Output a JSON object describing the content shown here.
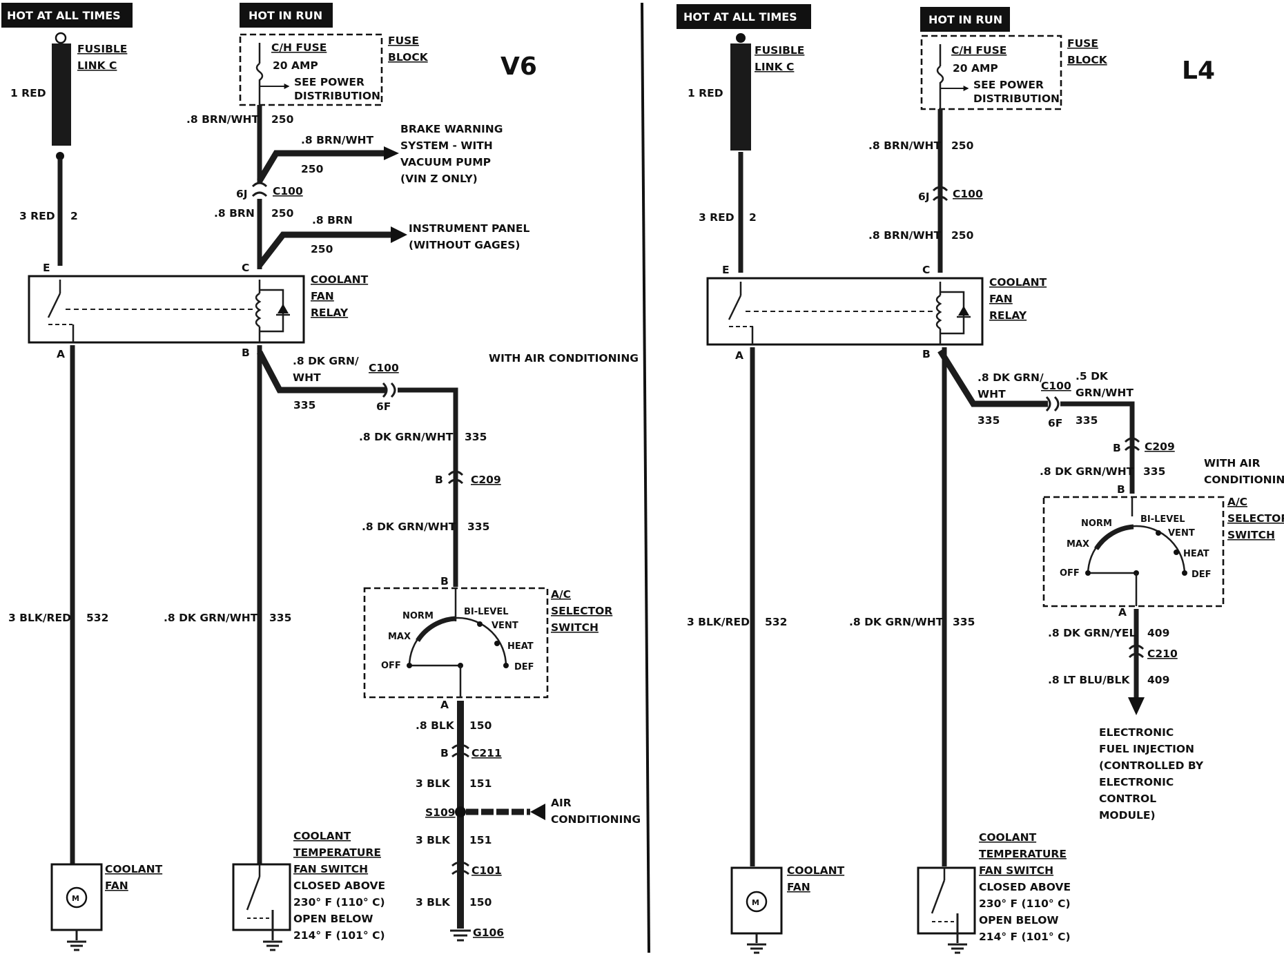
{
  "v6": {
    "variant": "V6",
    "hot_at_all_times": "HOT AT ALL TIMES",
    "hot_in_run": "HOT IN RUN",
    "fusible_link": [
      "FUSIBLE",
      "LINK C"
    ],
    "fuse_block": [
      "FUSE",
      "BLOCK"
    ],
    "fuse": [
      "C/H FUSE",
      "20 AMP",
      "SEE POWER",
      "DISTRIBUTION"
    ],
    "wire_1red": "1 RED",
    "wire_3red": "3 RED",
    "wire_3red_circuit": "2",
    "wire_brnwht": ".8 BRN/WHT",
    "c250": "250",
    "brake_wire": ".8 BRN/WHT",
    "brake_circuit": "250",
    "brake_dest": [
      "BRAKE WARNING",
      "SYSTEM - WITH",
      "VACUUM PUMP",
      "(VIN Z ONLY)"
    ],
    "c100_pin": "6J",
    "c100": "C100",
    "wire_brn": ".8 BRN",
    "ip_wire": ".8 BRN",
    "ip_circuit": "250",
    "ip_dest": [
      "INSTRUMENT PANEL",
      "(WITHOUT GAGES)"
    ],
    "pin_e": "E",
    "pin_c": "C",
    "pin_a": "A",
    "pin_b": "B",
    "relay": [
      "COOLANT",
      "FAN",
      "RELAY"
    ],
    "ac_note": "WITH AIR CONDITIONING",
    "wire_dkgrnwht_a": ".8 DK GRN/",
    "wire_dkgrnwht_b": "WHT",
    "c335": "335",
    "c100_6f": "6F",
    "wire_dkgrnwht": ".8 DK GRN/WHT",
    "c209_pin": "B",
    "c209": "C209",
    "selector": [
      "A/C",
      "SELECTOR",
      "SWITCH"
    ],
    "modes": [
      "NORM",
      "MAX",
      "BI-LEVEL",
      "VENT",
      "HEAT",
      "OFF",
      "DEF"
    ],
    "sel_pin_b": "B",
    "sel_pin_a": "A",
    "wire_8blk": ".8 BLK",
    "c150": "150",
    "c211_pin": "B",
    "c211": "C211",
    "wire_3blk": "3 BLK",
    "c151": "151",
    "s109": "S109",
    "ac_dest": [
      "AIR",
      "CONDITIONING"
    ],
    "c101": "C101",
    "g106": "G106",
    "wire_blkred": "3 BLK/RED",
    "c532": "532",
    "fan": [
      "COOLANT",
      "FAN"
    ],
    "motor": "M",
    "temp_switch": [
      "COOLANT",
      "TEMPERATURE",
      "FAN SWITCH",
      "CLOSED ABOVE",
      "230° F (110° C)",
      "OPEN BELOW",
      "214° F (101° C)"
    ]
  },
  "l4": {
    "variant": "L4",
    "hot_at_all_times": "HOT AT ALL TIMES",
    "hot_in_run": "HOT IN RUN",
    "fusible_link": [
      "FUSIBLE",
      "LINK C"
    ],
    "fuse_block": [
      "FUSE",
      "BLOCK"
    ],
    "fuse": [
      "C/H FUSE",
      "20 AMP",
      "SEE POWER",
      "DISTRIBUTION"
    ],
    "wire_1red": "1 RED",
    "wire_3red": "3 RED",
    "wire_3red_circuit": "2",
    "wire_brnwht": ".8 BRN/WHT",
    "c250": "250",
    "c100_pin": "6J",
    "c100": "C100",
    "pin_e": "E",
    "pin_c": "C",
    "pin_a": "A",
    "pin_b": "B",
    "relay": [
      "COOLANT",
      "FAN",
      "RELAY"
    ],
    "wire_dkgrnwht_a": ".8 DK GRN/",
    "wire_dkgrnwht_b": "WHT",
    "wire_5dkgrn_a": ".5 DK",
    "wire_5dkgrn_b": "GRN/WHT",
    "c335": "335",
    "c100_6f": "6F",
    "c209_pin": "B",
    "c209": "C209",
    "wire_dkgrnwht": ".8 DK GRN/WHT",
    "ac_note": [
      "WITH AIR",
      "CONDITIONING"
    ],
    "selector": [
      "A/C",
      "SELECTOR",
      "SWITCH"
    ],
    "modes": [
      "NORM",
      "MAX",
      "BI-LEVEL",
      "VENT",
      "HEAT",
      "OFF",
      "DEF"
    ],
    "sel_pin_b": "B",
    "sel_pin_a": "A",
    "wire_dkgrnyel": ".8 DK GRN/YEL",
    "c409": "409",
    "c210": "C210",
    "wire_ltblublk": ".8 LT BLU/BLK",
    "efi": [
      "ELECTRONIC",
      "FUEL INJECTION",
      "(CONTROLLED BY",
      "ELECTRONIC",
      "CONTROL",
      "MODULE)"
    ],
    "wire_blkred": "3 BLK/RED",
    "c532": "532",
    "fan": [
      "COOLANT",
      "FAN"
    ],
    "motor": "M",
    "temp_switch": [
      "COOLANT",
      "TEMPERATURE",
      "FAN SWITCH",
      "CLOSED ABOVE",
      "230° F (110° C)",
      "OPEN BELOW",
      "214° F (101° C)"
    ]
  }
}
